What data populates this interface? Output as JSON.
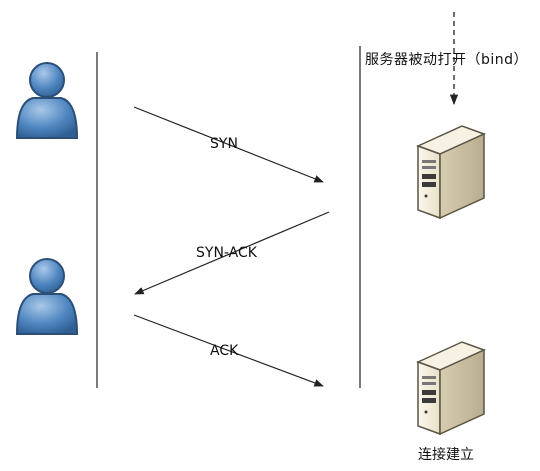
{
  "diagram": {
    "server_passive_open_label": "服务器被动打开（bind）",
    "messages": [
      {
        "label": "SYN",
        "direction": "client-to-server"
      },
      {
        "label": "SYN-ACK",
        "direction": "server-to-client"
      },
      {
        "label": "ACK",
        "direction": "client-to-server"
      }
    ],
    "connection_established_label": "连接建立",
    "colors": {
      "person_body": "#4f86c0",
      "person_outline": "#2c4f78",
      "server_body": "#f1ead8",
      "server_outline": "#5a5444",
      "line": "#222222"
    }
  }
}
